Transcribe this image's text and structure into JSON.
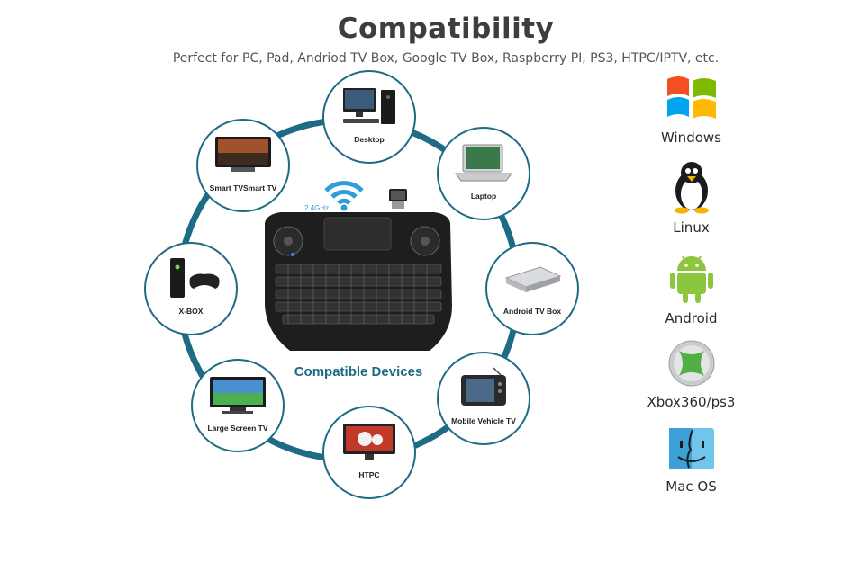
{
  "header": {
    "title": "Compatibility",
    "subtitle": "Perfect for PC, Pad, Andriod TV Box, Google TV Box, Raspberry PI, PS3, HTPC/IPTV, etc."
  },
  "diagram": {
    "center_label": "Compatible Devices",
    "frequency": "2.4GHz",
    "devices": [
      {
        "label": "Desktop",
        "icon": "desktop-icon"
      },
      {
        "label": "Laptop",
        "icon": "laptop-icon"
      },
      {
        "label": "Android TV Box",
        "icon": "tv-box-icon"
      },
      {
        "label": "Mobile Vehicle TV",
        "icon": "vehicle-tv-icon"
      },
      {
        "label": "HTPC",
        "icon": "htpc-icon"
      },
      {
        "label": "Large Screen TV",
        "icon": "large-tv-icon"
      },
      {
        "label": "X-BOX",
        "icon": "xbox-console-icon"
      },
      {
        "label": "Smart TVSmart TV",
        "icon": "smart-tv-icon"
      }
    ]
  },
  "os_list": [
    {
      "label": "Windows",
      "icon": "windows-logo-icon"
    },
    {
      "label": "Linux",
      "icon": "linux-penguin-icon"
    },
    {
      "label": "Android",
      "icon": "android-robot-icon"
    },
    {
      "label": "Xbox360/ps3",
      "icon": "xbox-orb-icon"
    },
    {
      "label": "Mac OS",
      "icon": "mac-finder-icon"
    }
  ],
  "colors": {
    "ring": "#1d6b85",
    "accent": "#2a9fd8",
    "windows_red": "#f25022",
    "windows_green": "#7fba00",
    "windows_blue": "#00a4ef",
    "windows_yellow": "#ffb900",
    "android_green": "#8cc63f",
    "xbox_green": "#52b043"
  }
}
